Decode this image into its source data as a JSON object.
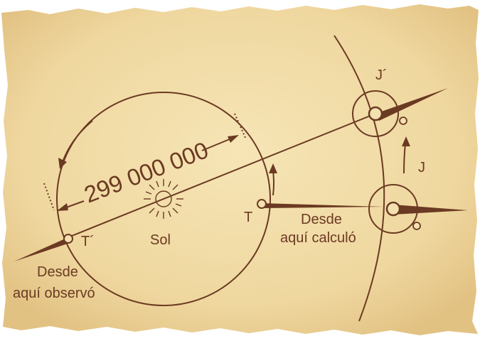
{
  "labels": {
    "distance": "299 000 000",
    "sun": "Sol",
    "earth_now": "T",
    "earth_past": "T´",
    "jupiter_now": "J",
    "jupiter_past": "J´",
    "calc_line1": "Desde",
    "calc_line2": "aquí calculó",
    "obs_line1": "Desde",
    "obs_line2": "aquí observó"
  },
  "colors": {
    "ink": "#6b3a22",
    "paper": "#f1dca8",
    "paper_shade": "#e2c486"
  }
}
